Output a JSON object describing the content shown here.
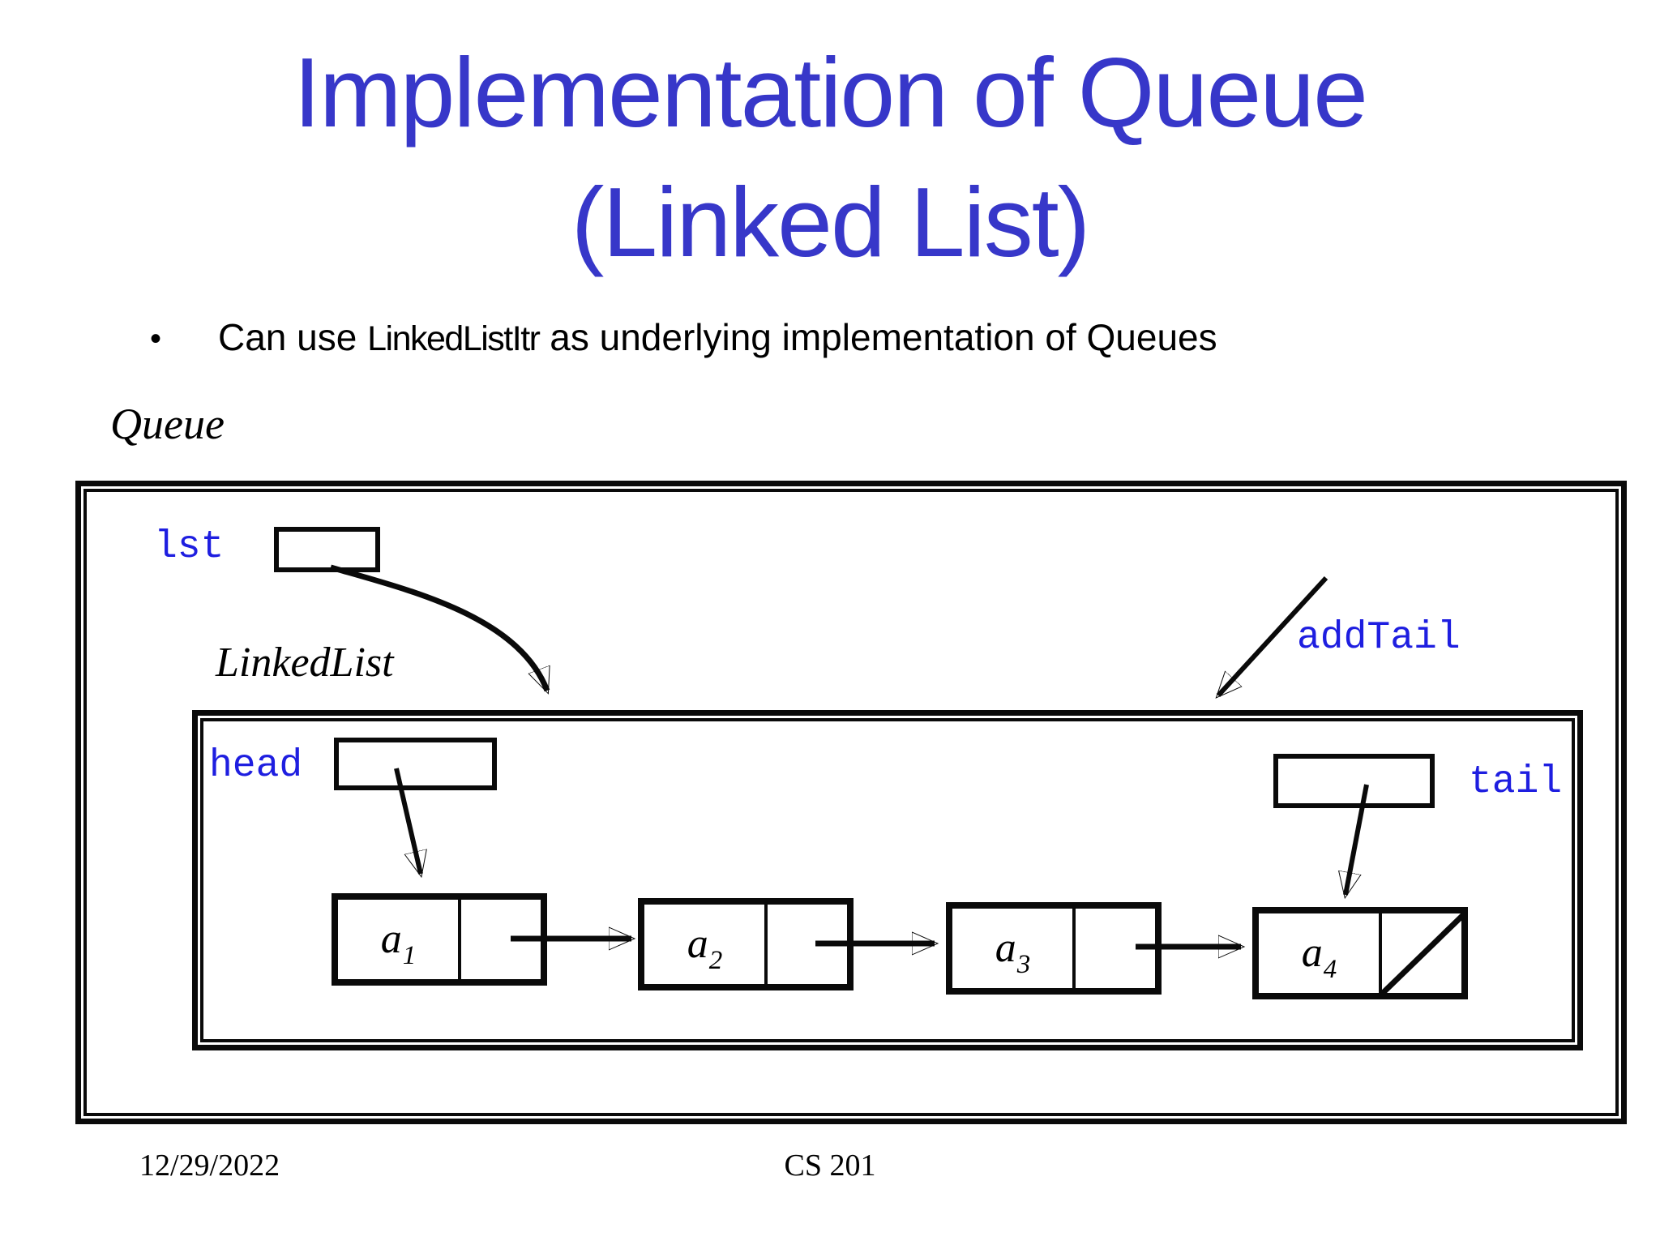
{
  "title": {
    "line1": "Implementation of Queue",
    "line2": "(Linked List)"
  },
  "bullet": {
    "marker": "•",
    "text_pre": "Can use ",
    "code": "LinkedListItr",
    "text_post": " as underlying implementation of Queues"
  },
  "diagram": {
    "queue_label": "Queue",
    "linkedlist_label": "LinkedList",
    "lst_label": "lst",
    "addtail_label": "addTail",
    "head_label": "head",
    "tail_label": "tail",
    "nodes": [
      {
        "label": "a",
        "sub": "1"
      },
      {
        "label": "a",
        "sub": "2"
      },
      {
        "label": "a",
        "sub": "3"
      },
      {
        "label": "a",
        "sub": "4",
        "next": "null"
      }
    ]
  },
  "footer": {
    "date": "12/29/2022",
    "course": "CS 201"
  },
  "colors": {
    "title_blue": "#3737c9",
    "label_blue": "#1e1ee0",
    "ink": "#0a0a0a"
  }
}
